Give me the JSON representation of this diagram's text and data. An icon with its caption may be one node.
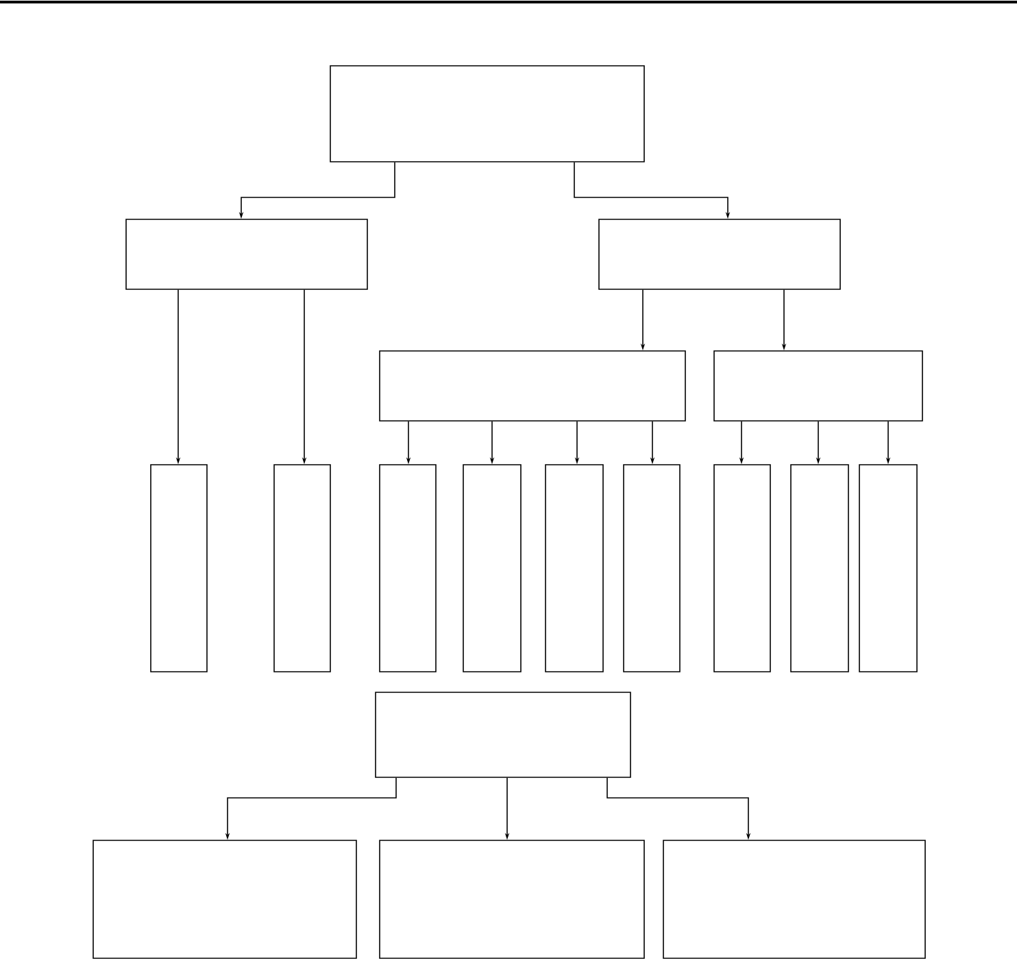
{
  "diagram": {
    "nodes": [
      {
        "text": [],
        "shape": "box"
      },
      {
        "text": [],
        "shape": "box"
      },
      {
        "text": [],
        "shape": "box"
      },
      {
        "text": [],
        "shape": "box"
      },
      {
        "text": [],
        "shape": "box"
      },
      {
        "text": [],
        "shape": "box"
      },
      {
        "text": [],
        "shape": "box"
      },
      {
        "text": [],
        "shape": "box"
      },
      {
        "text": [],
        "shape": "box"
      },
      {
        "text": [],
        "shape": "box"
      },
      {
        "text": [],
        "shape": "box"
      },
      {
        "text": [],
        "shape": "box"
      },
      {
        "text": [],
        "shape": "box"
      },
      {
        "text": [],
        "shape": "box"
      },
      {
        "text": [],
        "shape": "box"
      },
      {
        "text": [],
        "shape": "box"
      },
      {
        "text": [],
        "shape": "box"
      },
      {
        "text": [],
        "shape": "box"
      }
    ],
    "edges": [
      {
        "from": 0,
        "to": 1,
        "arrow": "to"
      },
      {
        "from": 0,
        "to": 2,
        "arrow": "to"
      },
      {
        "from": 1,
        "to": 5,
        "arrow": "to"
      },
      {
        "from": 1,
        "to": 6,
        "arrow": "to"
      },
      {
        "from": 2,
        "to": 3,
        "arrow": "to"
      },
      {
        "from": 2,
        "to": 4,
        "arrow": "to"
      },
      {
        "from": 3,
        "to": 7,
        "arrow": "to"
      },
      {
        "from": 3,
        "to": 8,
        "arrow": "to"
      },
      {
        "from": 3,
        "to": 9,
        "arrow": "to"
      },
      {
        "from": 3,
        "to": 10,
        "arrow": "to"
      },
      {
        "from": 4,
        "to": 11,
        "arrow": "to"
      },
      {
        "from": 4,
        "to": 12,
        "arrow": "to"
      },
      {
        "from": 4,
        "to": 13,
        "arrow": "to"
      },
      {
        "from": 14,
        "to": 15,
        "arrow": "to"
      },
      {
        "from": 14,
        "to": 16,
        "arrow": "to"
      },
      {
        "from": 14,
        "to": 17,
        "arrow": "to"
      }
    ]
  }
}
